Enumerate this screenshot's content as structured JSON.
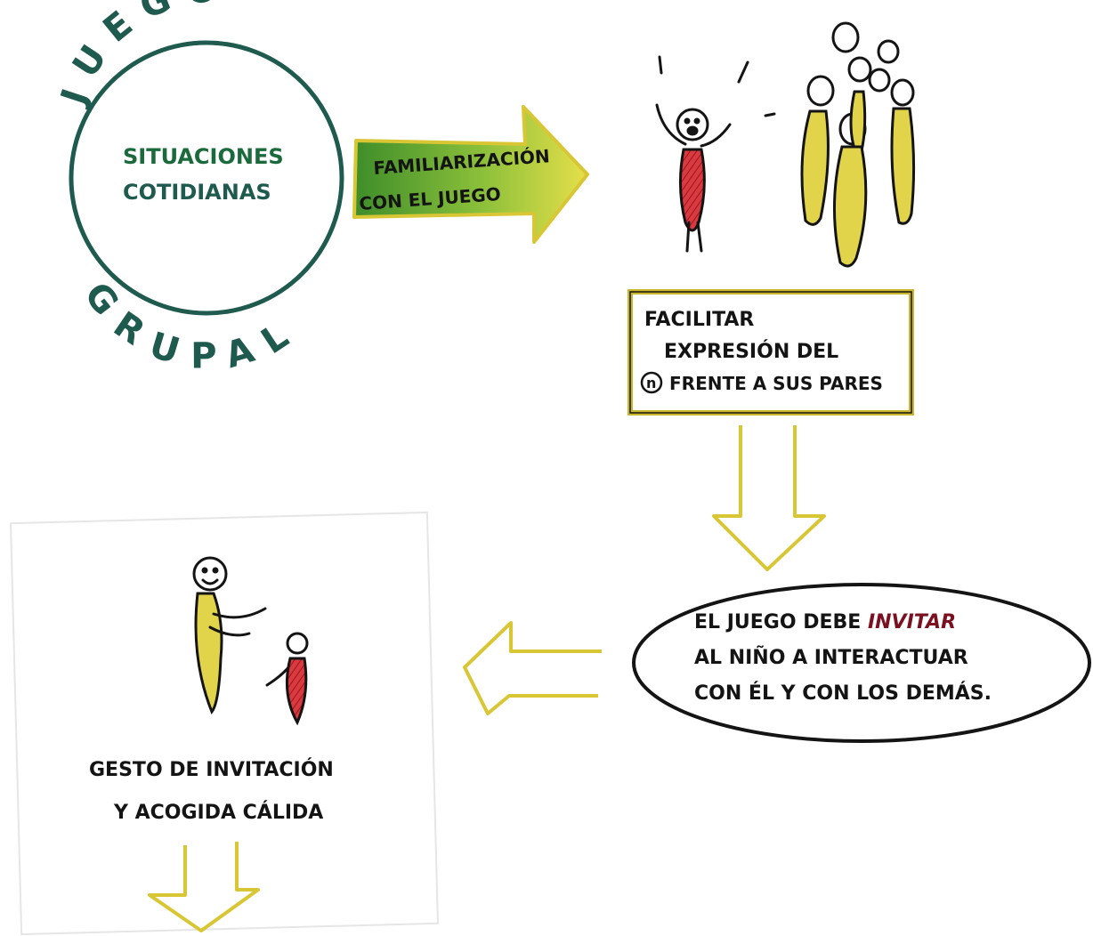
{
  "ring": {
    "top_word": "JUEGO",
    "bottom_word": "GRUPAL",
    "inner_line1": "SITUACIONES",
    "inner_line2": "COTIDIANAS"
  },
  "arrow_right": {
    "line1": "FAMILIARIZACIÓN",
    "line2": "CON EL JUEGO"
  },
  "facilitate_box": {
    "line1": "FACILITAR",
    "line2": "EXPRESIÓN DEL",
    "badge": "n",
    "line3": "FRENTE A SUS PARES"
  },
  "bubble": {
    "line1_prefix": "EL JUEGO DEBE ",
    "line1_emphasis": "INVITAR",
    "line2": "AL NIÑO A INTERACTUAR",
    "line3": "CON ÉL Y CON LOS DEMÁS."
  },
  "card": {
    "line1": "GESTO DE INVITACIÓN",
    "line2": "Y ACOGIDA CÁLIDA"
  },
  "colors": {
    "teal_ink": "#1f5a4f",
    "yellow": "#d8c634",
    "red": "#c8202b",
    "green": "#3f9a2c",
    "black": "#141414"
  }
}
